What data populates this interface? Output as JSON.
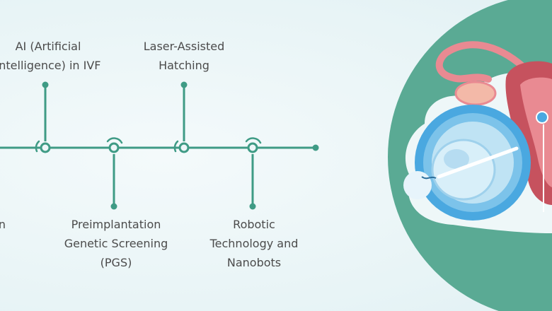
{
  "milestones": [
    {
      "label_lines": [
        "AI (Artificial",
        "Intelligence) in IVF"
      ],
      "position": "top"
    },
    {
      "label_lines": [
        "Laser-Assisted",
        "Hatching"
      ],
      "position": "top"
    },
    {
      "label_lines": [
        "Preimplantation",
        "Genetic Screening",
        "(PGS)"
      ],
      "position": "bottom"
    },
    {
      "label_lines": [
        "Robotic",
        "Technology and",
        "Nanobots"
      ],
      "position": "bottom"
    },
    {
      "label_lines": [
        "ation"
      ],
      "position": "bottom"
    }
  ],
  "colors": {
    "timeline": "#3f9b85",
    "circle": "#5aaa94",
    "uterus": "#c6525e",
    "uterus_inner": "#e98a92",
    "petri_outer": "#4aa8e0",
    "petri_inner": "#bfe3f4"
  },
  "icons": [
    "petri-dish-icon",
    "uterus-icon",
    "pipette-icon"
  ]
}
